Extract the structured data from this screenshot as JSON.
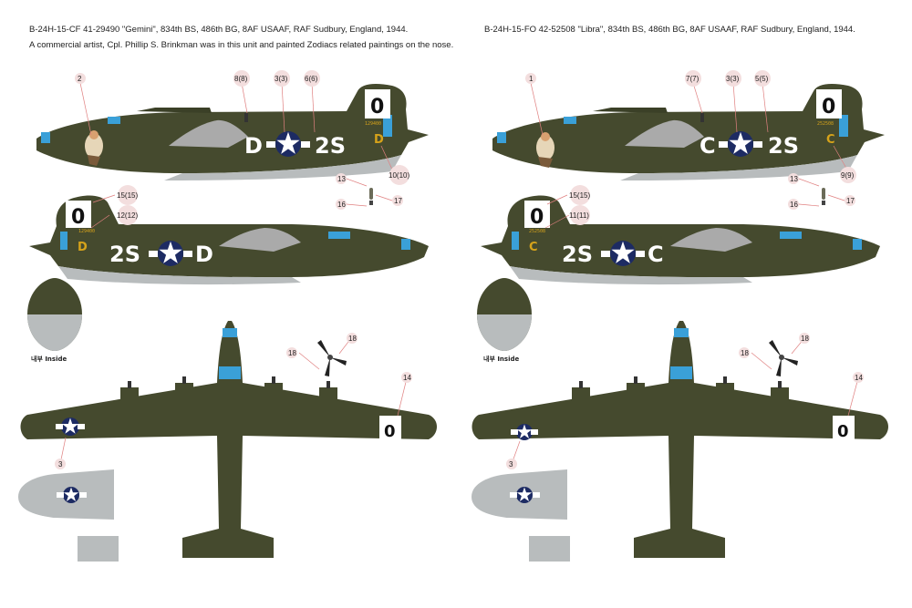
{
  "captions": {
    "left_line1": "B-24H-15-CF 41-29490 \"Gemini\", 834th BS, 486th BG, 8AF USAAF, RAF Sudbury, England, 1944.",
    "left_line2": "A commercial artist, Cpl. Phillip S. Brinkman was in this unit and painted Zodiacs related paintings on the nose.",
    "right_line1": "B-24H-15-FO 42-52508 \"Libra\", 834th BS, 486th BG, 8AF USAAF, RAF Sudbury, England, 1944."
  },
  "colors": {
    "olive_drab": "#454a2e",
    "neutral_gray": "#b8bcbd",
    "spinner_blue": "#3aa0d8",
    "insignia_blue": "#1d2b63",
    "callout_circle": "#f3dede",
    "yellow": "#d6a31a"
  },
  "left": {
    "callouts": {
      "c2": "2",
      "c8": "8(8)",
      "c3": "3(3)",
      "c6": "6(6)",
      "c10": "10(10)",
      "c13": "13",
      "c16": "16",
      "c17": "17",
      "c15": "15(15)",
      "c12": "12(12)",
      "c18": "18",
      "c18b": "18",
      "c14": "14",
      "c3b": "3"
    },
    "markings": {
      "fin_letter": "0",
      "serial": "129400",
      "tail_letter": "D",
      "aircraft_letter": "D",
      "squadron_code": "2S"
    },
    "inside_label": "내부 Inside"
  },
  "right": {
    "callouts": {
      "c1": "1",
      "c7": "7(7)",
      "c3": "3(3)",
      "c5": "5(5)",
      "c9": "9(9)",
      "c13": "13",
      "c16": "16",
      "c17": "17",
      "c15": "15(15)",
      "c11": "11(11)",
      "c18": "18",
      "c18b": "18",
      "c14": "14",
      "c3b": "3"
    },
    "markings": {
      "fin_letter": "0",
      "serial": "252508",
      "tail_letter": "C",
      "aircraft_letter": "C",
      "squadron_code": "2S"
    },
    "inside_label": "내부 Inside"
  }
}
